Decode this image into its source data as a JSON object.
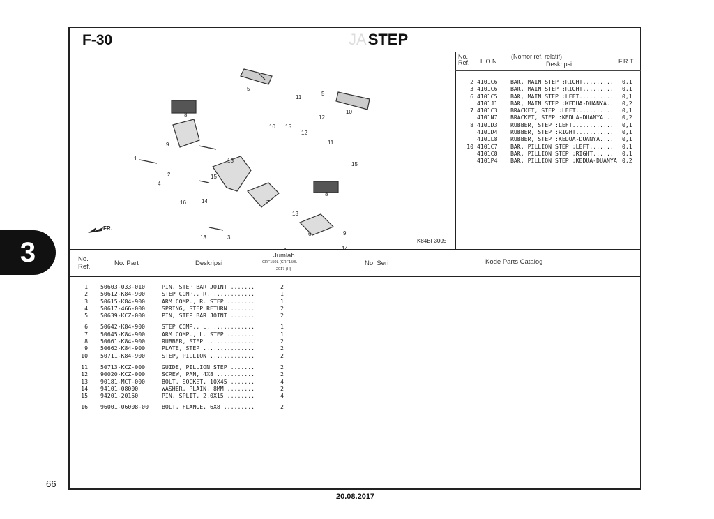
{
  "header": {
    "section_code": "F-30",
    "title": "STEP",
    "ghost_prefix": "JA"
  },
  "side_tab": "3",
  "page_number": "66",
  "date": "20.08.2017",
  "diagram": {
    "callouts": [
      "5",
      "11",
      "5",
      "8",
      "10",
      "12",
      "10",
      "15",
      "12",
      "11",
      "9",
      "1",
      "13",
      "15",
      "2",
      "15",
      "4",
      "16",
      "14",
      "7",
      "8",
      "13",
      "6",
      "9",
      "13",
      "3",
      "13",
      "1",
      "14",
      "4",
      "16",
      "15"
    ],
    "front_label": "FR.",
    "figure_code": "K84BF3005"
  },
  "lon_table": {
    "headers": {
      "no_ref": "No. Ref.",
      "lon": "L.O.N.",
      "desc_top": "(Nomor ref. relatif)",
      "desc": "Deskripsi",
      "frt": "F.R.T."
    },
    "rows": [
      {
        "ref": "2",
        "lon": "4101C6",
        "desc": "BAR, MAIN STEP :RIGHT.........",
        "frt": "0,1"
      },
      {
        "ref": "3",
        "lon": "4101C6",
        "desc": "BAR, MAIN STEP :RIGHT.........",
        "frt": "0,1"
      },
      {
        "ref": "6",
        "lon": "4101C5",
        "desc": "BAR, MAIN STEP :LEFT..........",
        "frt": "0,1"
      },
      {
        "ref": "",
        "lon": "4101J1",
        "desc": "BAR, MAIN STEP :KEDUA-DUANYA..",
        "frt": "0,2"
      },
      {
        "ref": "7",
        "lon": "4101C3",
        "desc": "BRACKET, STEP :LEFT...........",
        "frt": "0,1"
      },
      {
        "ref": "",
        "lon": "4101N7",
        "desc": "BRACKET, STEP :KEDUA-DUANYA...",
        "frt": "0,2"
      },
      {
        "ref": "8",
        "lon": "4101D3",
        "desc": "RUBBER, STEP :LEFT............",
        "frt": "0,1"
      },
      {
        "ref": "",
        "lon": "4101D4",
        "desc": "RUBBER, STEP :RIGHT...........",
        "frt": "0,1"
      },
      {
        "ref": "",
        "lon": "4101L8",
        "desc": "RUBBER, STEP :KEDUA-DUANYA....",
        "frt": "0,1"
      },
      {
        "ref": "10",
        "lon": "4101C7",
        "desc": "BAR, PILLION STEP :LEFT.......",
        "frt": "0,1"
      },
      {
        "ref": "",
        "lon": "4101C8",
        "desc": "BAR, PILLION STEP :RIGHT......",
        "frt": "0,1"
      },
      {
        "ref": "",
        "lon": "4101P4",
        "desc": "BAR, PILLION STEP :KEDUA-DUANYA",
        "frt": "0,2"
      }
    ]
  },
  "parts_table": {
    "headers": {
      "no_ref": "No. Ref.",
      "no_part": "No. Part",
      "desc": "Deskripsi",
      "qty": "Jumlah",
      "qty_sub1": "CRF150L (CRF150L",
      "qty_sub2": "2017 (H)",
      "serial": "No. Seri",
      "catalog": "Kode Parts Catalog"
    },
    "rows": [
      {
        "ref": "1",
        "part": "50603-033-010",
        "desc": "PIN, STEP BAR JOINT .......",
        "qty": "2"
      },
      {
        "ref": "2",
        "part": "50612-K84-900",
        "desc": "STEP COMP., R. ............",
        "qty": "1"
      },
      {
        "ref": "3",
        "part": "50615-K84-900",
        "desc": "ARM COMP., R. STEP ........",
        "qty": "1"
      },
      {
        "ref": "4",
        "part": "50617-466-000",
        "desc": "SPRING, STEP RETURN .......",
        "qty": "2"
      },
      {
        "ref": "5",
        "part": "50639-KCZ-000",
        "desc": "PIN, STEP BAR JOINT .......",
        "qty": "2"
      },
      {
        "ref": "",
        "part": "",
        "desc": "",
        "qty": ""
      },
      {
        "ref": "6",
        "part": "50642-K84-900",
        "desc": "STEP COMP., L. ............",
        "qty": "1"
      },
      {
        "ref": "7",
        "part": "50645-K84-900",
        "desc": "ARM COMP., L. STEP ........",
        "qty": "1"
      },
      {
        "ref": "8",
        "part": "50661-K84-900",
        "desc": "RUBBER, STEP ..............",
        "qty": "2"
      },
      {
        "ref": "9",
        "part": "50662-K84-900",
        "desc": "PLATE, STEP ...............",
        "qty": "2"
      },
      {
        "ref": "10",
        "part": "50711-K84-900",
        "desc": "STEP, PILLION .............",
        "qty": "2"
      },
      {
        "ref": "",
        "part": "",
        "desc": "",
        "qty": ""
      },
      {
        "ref": "11",
        "part": "50713-KCZ-000",
        "desc": "GUIDE, PILLION STEP .......",
        "qty": "2"
      },
      {
        "ref": "12",
        "part": "90020-KCZ-000",
        "desc": "SCREW, PAN, 4X8 ...........",
        "qty": "2"
      },
      {
        "ref": "13",
        "part": "90181-MCT-000",
        "desc": "BOLT, SOCKET, 10X45 .......",
        "qty": "4"
      },
      {
        "ref": "14",
        "part": "94101-08000",
        "desc": "WASHER, PLAIN, 8MM ........",
        "qty": "2"
      },
      {
        "ref": "15",
        "part": "94201-20150",
        "desc": "PIN, SPLIT, 2.0X15 ........",
        "qty": "4"
      },
      {
        "ref": "",
        "part": "",
        "desc": "",
        "qty": ""
      },
      {
        "ref": "16",
        "part": "96001-06008-00",
        "desc": "BOLT, FLANGE, 6X8 .........",
        "qty": "2"
      }
    ]
  }
}
